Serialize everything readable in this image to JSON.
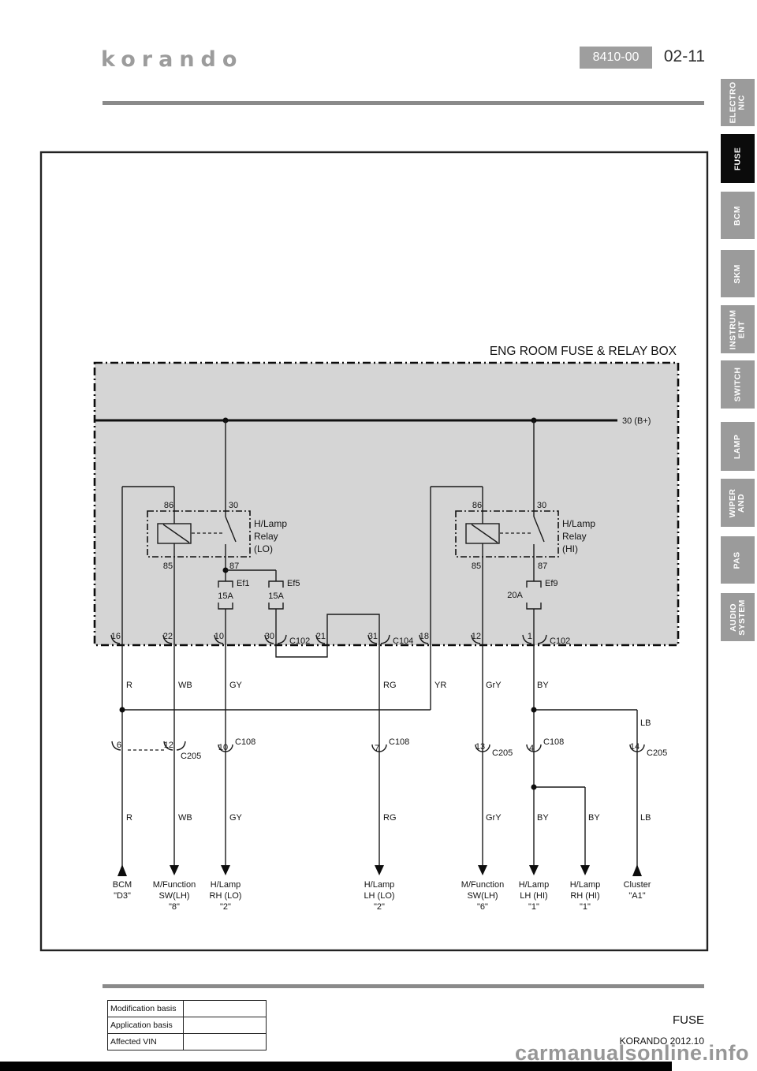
{
  "header": {
    "logo": "korando",
    "code": "8410-00",
    "page": "02-11"
  },
  "sidebar": {
    "tabs": [
      {
        "l1": "ELECTRO",
        "l2": "NIC"
      },
      {
        "l1": "FUSE",
        "active": true
      },
      {
        "l1": "BCM"
      },
      {
        "l1": "SKM"
      },
      {
        "l1": "INSTRUM",
        "l2": "ENT"
      },
      {
        "l1": "SWITCH"
      },
      {
        "l1": "LAMP"
      },
      {
        "l1": "WIPER",
        "l2": "AND"
      },
      {
        "l1": "PAS"
      },
      {
        "l1": "AUDIO",
        "l2": "SYSTEM"
      }
    ]
  },
  "schematic": {
    "title": "ENG ROOM FUSE & RELAY BOX",
    "bus_label": "30 (B+)",
    "relay_lo": {
      "name1": "H/Lamp",
      "name2": "Relay",
      "name3": "(LO)",
      "pin_86": "86",
      "pin_30": "30",
      "pin_85": "85",
      "pin_87": "87"
    },
    "relay_hi": {
      "name1": "H/Lamp",
      "name2": "Relay",
      "name3": "(HI)",
      "pin_86": "86",
      "pin_30": "30",
      "pin_85": "85",
      "pin_87": "87"
    },
    "fuses": [
      {
        "name": "Ef1",
        "rating": "15A"
      },
      {
        "name": "Ef5",
        "rating": "15A"
      },
      {
        "name": "Ef9",
        "rating": "20A"
      }
    ],
    "edge_pins": [
      "16",
      "22",
      "10",
      "30",
      "21",
      "31",
      "18",
      "12",
      "1"
    ],
    "edge_connectors": [
      "C102",
      "C104",
      "C102"
    ],
    "wires_upper": [
      "R",
      "WB",
      "GY",
      "RG",
      "YR",
      "GrY",
      "BY",
      "LB"
    ],
    "mid_connectors": [
      {
        "pin": "6"
      },
      {
        "pin": "12",
        "conn": "C205"
      },
      {
        "pin": "10",
        "conn": "C108"
      },
      {
        "pin": "7",
        "conn": "C108"
      },
      {
        "pin": "13",
        "conn": "C205"
      },
      {
        "pin": "4",
        "conn": "C108"
      },
      {
        "pin": "14",
        "conn": "C205"
      }
    ],
    "wires_lower": [
      "R",
      "WB",
      "GY",
      "RG",
      "GrY",
      "BY",
      "BY",
      "LB"
    ],
    "targets": [
      {
        "l1": "BCM",
        "l2": "\"D3\""
      },
      {
        "l1": "M/Function",
        "l2": "SW(LH)",
        "l3": "\"8\""
      },
      {
        "l1": "H/Lamp",
        "l2": "RH (LO)",
        "l3": "\"2\""
      },
      {
        "l1": "H/Lamp",
        "l2": "LH (LO)",
        "l3": "\"2\""
      },
      {
        "l1": "M/Function",
        "l2": "SW(LH)",
        "l3": "\"6\""
      },
      {
        "l1": "H/Lamp",
        "l2": "LH (HI)",
        "l3": "\"1\""
      },
      {
        "l1": "H/Lamp",
        "l2": "RH (HI)",
        "l3": "\"1\""
      },
      {
        "l1": "Cluster",
        "l2": "\"A1\""
      }
    ]
  },
  "footer": {
    "table": [
      {
        "label": "Modification basis",
        "value": ""
      },
      {
        "label": "Application basis",
        "value": ""
      },
      {
        "label": "Affected VIN",
        "value": ""
      }
    ],
    "section": "FUSE",
    "model": "KORANDO 2012.10",
    "watermark": "carmanualsonline.info"
  }
}
